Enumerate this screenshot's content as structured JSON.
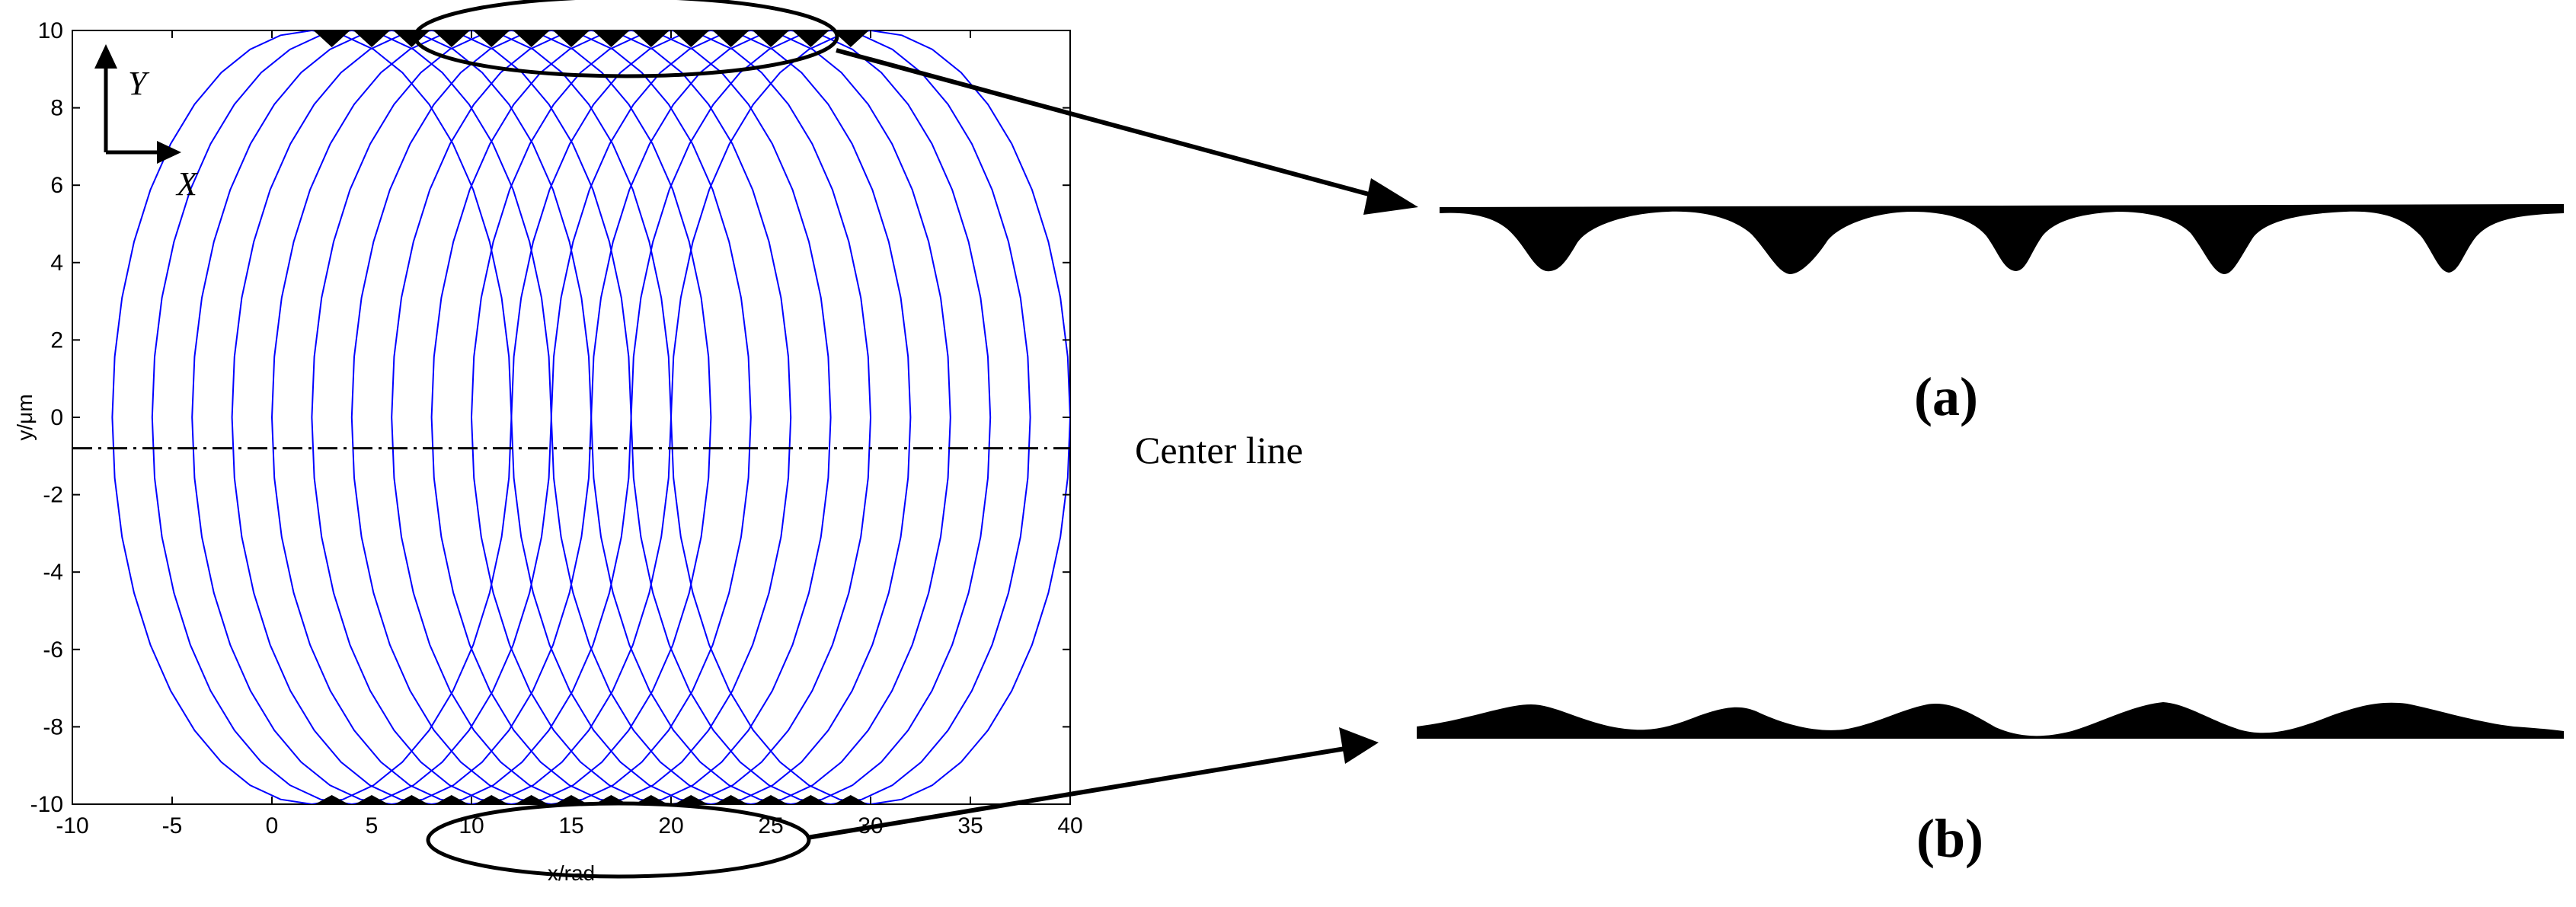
{
  "chart_data": {
    "type": "line",
    "title": "",
    "xlabel": "x/rad",
    "ylabel": "y/μm",
    "xlim": [
      -10,
      40
    ],
    "ylim": [
      -10,
      10
    ],
    "x_ticks": [
      -10,
      -5,
      0,
      5,
      10,
      15,
      20,
      25,
      30,
      35,
      40
    ],
    "y_ticks": [
      -10,
      -8,
      -6,
      -4,
      -2,
      0,
      2,
      4,
      6,
      8,
      10
    ],
    "grid": false,
    "series_color": "#0000ff",
    "series": [
      {
        "center_x": 2,
        "radius": 10
      },
      {
        "center_x": 4,
        "radius": 10
      },
      {
        "center_x": 6,
        "radius": 10
      },
      {
        "center_x": 8,
        "radius": 10
      },
      {
        "center_x": 10,
        "radius": 10
      },
      {
        "center_x": 12,
        "radius": 10
      },
      {
        "center_x": 14,
        "radius": 10
      },
      {
        "center_x": 16,
        "radius": 10
      },
      {
        "center_x": 18,
        "radius": 10
      },
      {
        "center_x": 20,
        "radius": 10
      },
      {
        "center_x": 22,
        "radius": 10
      },
      {
        "center_x": 24,
        "radius": 10
      },
      {
        "center_x": 26,
        "radius": 10
      },
      {
        "center_x": 28,
        "radius": 10
      },
      {
        "center_x": 30,
        "radius": 10
      }
    ],
    "center_line_y": -0.8
  },
  "annotations": {
    "center_line_label": "Center line",
    "axis_arrow_y": "Y",
    "axis_arrow_x": "X",
    "label_a": "(a)",
    "label_b": "(b)"
  }
}
